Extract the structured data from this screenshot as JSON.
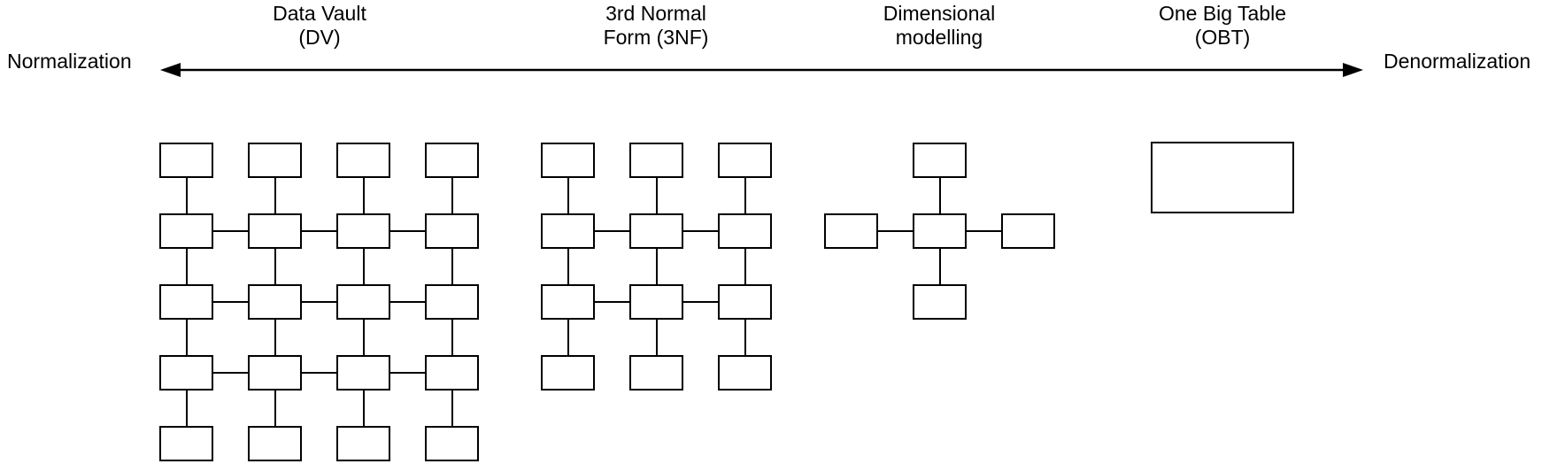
{
  "axis": {
    "left_label": "Normalization",
    "right_label": "Denormalization",
    "arrow_style": "double-headed"
  },
  "approaches": [
    {
      "id": "dv",
      "label_line1": "Data Vault",
      "label_line2": "(DV)",
      "diagram": {
        "type": "grid",
        "cols": 4,
        "rows": 5,
        "h_connected_rows": [
          1,
          2,
          3
        ],
        "box_count": 20
      }
    },
    {
      "id": "3nf",
      "label_line1": "3rd Normal",
      "label_line2": "Form (3NF)",
      "diagram": {
        "type": "grid",
        "cols": 3,
        "rows": 4,
        "h_connected_rows": [
          1,
          2
        ],
        "box_count": 12
      }
    },
    {
      "id": "dim",
      "label_line1": "Dimensional",
      "label_line2": "modelling",
      "diagram": {
        "type": "star",
        "satellite_count": 4,
        "box_count": 5
      }
    },
    {
      "id": "obt",
      "label_line1": "One Big Table",
      "label_line2": "(OBT)",
      "diagram": {
        "type": "single",
        "box_count": 1
      }
    }
  ],
  "colors": {
    "line": "#000000",
    "box_fill": "#ffffff",
    "background": "#ffffff"
  }
}
